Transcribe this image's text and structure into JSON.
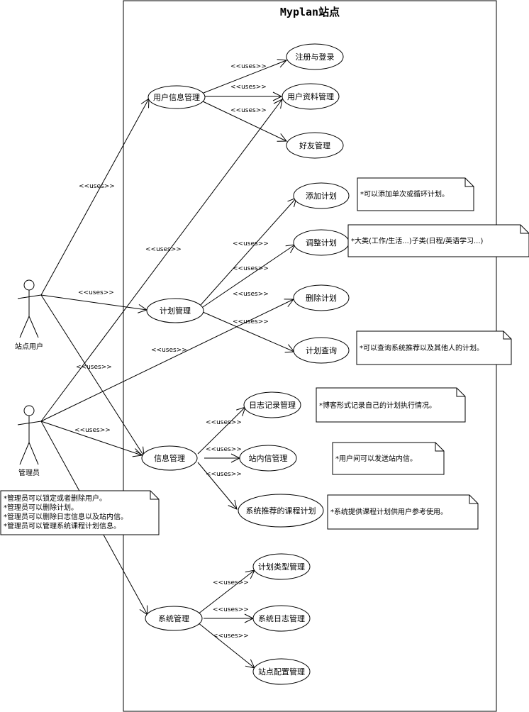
{
  "diagram": {
    "title": "Myplan站点",
    "actors": [
      {
        "id": "user",
        "label": "站点用户"
      },
      {
        "id": "admin",
        "label": "管理员"
      }
    ],
    "use_cases": [
      {
        "id": "uc_userinfo",
        "label": "用户信息管理"
      },
      {
        "id": "uc_register",
        "label": "注册与登录"
      },
      {
        "id": "uc_profile",
        "label": "用户资料管理"
      },
      {
        "id": "uc_friends",
        "label": "好友管理"
      },
      {
        "id": "uc_addplan",
        "label": "添加计划"
      },
      {
        "id": "uc_adjustplan",
        "label": "调整计划"
      },
      {
        "id": "uc_plan",
        "label": "计划管理"
      },
      {
        "id": "uc_delplan",
        "label": "删除计划"
      },
      {
        "id": "uc_queryplan",
        "label": "计划查询"
      },
      {
        "id": "uc_log",
        "label": "日志记录管理"
      },
      {
        "id": "uc_info",
        "label": "信息管理"
      },
      {
        "id": "uc_msg",
        "label": "站内信管理"
      },
      {
        "id": "uc_course",
        "label": "系统推荐的课程计划"
      },
      {
        "id": "uc_plantype",
        "label": "计划类型管理"
      },
      {
        "id": "uc_syslog",
        "label": "系统日志管理"
      },
      {
        "id": "uc_sys",
        "label": "系统管理"
      },
      {
        "id": "uc_siteconf",
        "label": "站点配置管理"
      }
    ],
    "relation_label": "<<uses>>",
    "notes": [
      {
        "id": "n_add",
        "lines": [
          "*可以添加单次或循环计划。"
        ]
      },
      {
        "id": "n_adjust",
        "lines": [
          "*大类(工作/生活...)子类(日程/英语学习...)"
        ]
      },
      {
        "id": "n_query",
        "lines": [
          "*可以查询系统推荐以及其他人的计划。"
        ]
      },
      {
        "id": "n_log",
        "lines": [
          "*博客形式记录自己的计划执行情况。"
        ]
      },
      {
        "id": "n_msg",
        "lines": [
          "*用户间可以发送站内信。"
        ]
      },
      {
        "id": "n_course",
        "lines": [
          "*系统提供课程计划供用户参考使用。"
        ]
      },
      {
        "id": "n_admin",
        "lines": [
          "*管理员可以锁定或者删除用户。",
          "*管理员可以删除计划。",
          "*管理员可以删除日志信息以及站内信。",
          "*管理员可以管理系统课程计划信息。"
        ]
      }
    ]
  }
}
